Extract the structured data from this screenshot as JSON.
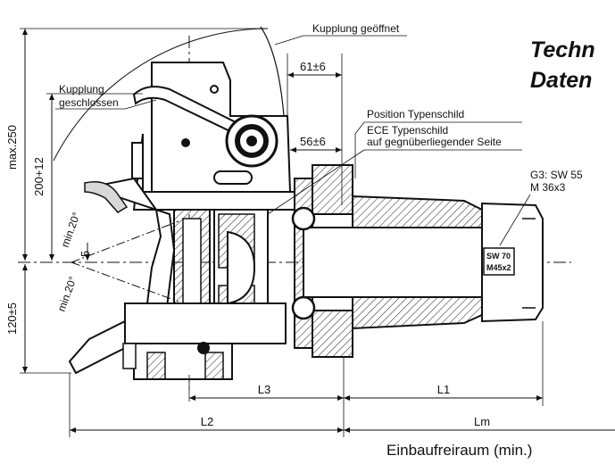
{
  "heading": {
    "line1": "Techn",
    "line2": "Daten"
  },
  "labels": {
    "coupling_open": "Kupplung geöffnet",
    "coupling_closed_1": "Kupplung",
    "coupling_closed_2": "geschlossen",
    "position_plate": "Position Typenschild",
    "ece_plate_1": "ECE Typenschild",
    "ece_plate_2": "auf gegnüberliegender Seite",
    "g3_line1": "G3: SW 55",
    "g3_line2": "M 36x3",
    "nut_line1": "SW 70",
    "nut_line2": "M45x2"
  },
  "dimensions": {
    "max_height": "max.250",
    "height_upper": "200+12",
    "height_lower": "120±5",
    "handle_offset": "61±6",
    "lever_offset": "56±6",
    "angle_up": "min.20°",
    "angle_down": "min.20°",
    "gap": "5",
    "l1": "L1",
    "l2": "L2",
    "l3": "L3",
    "lm": "Lm"
  },
  "caption": "Einbaufreiraum (min.)"
}
